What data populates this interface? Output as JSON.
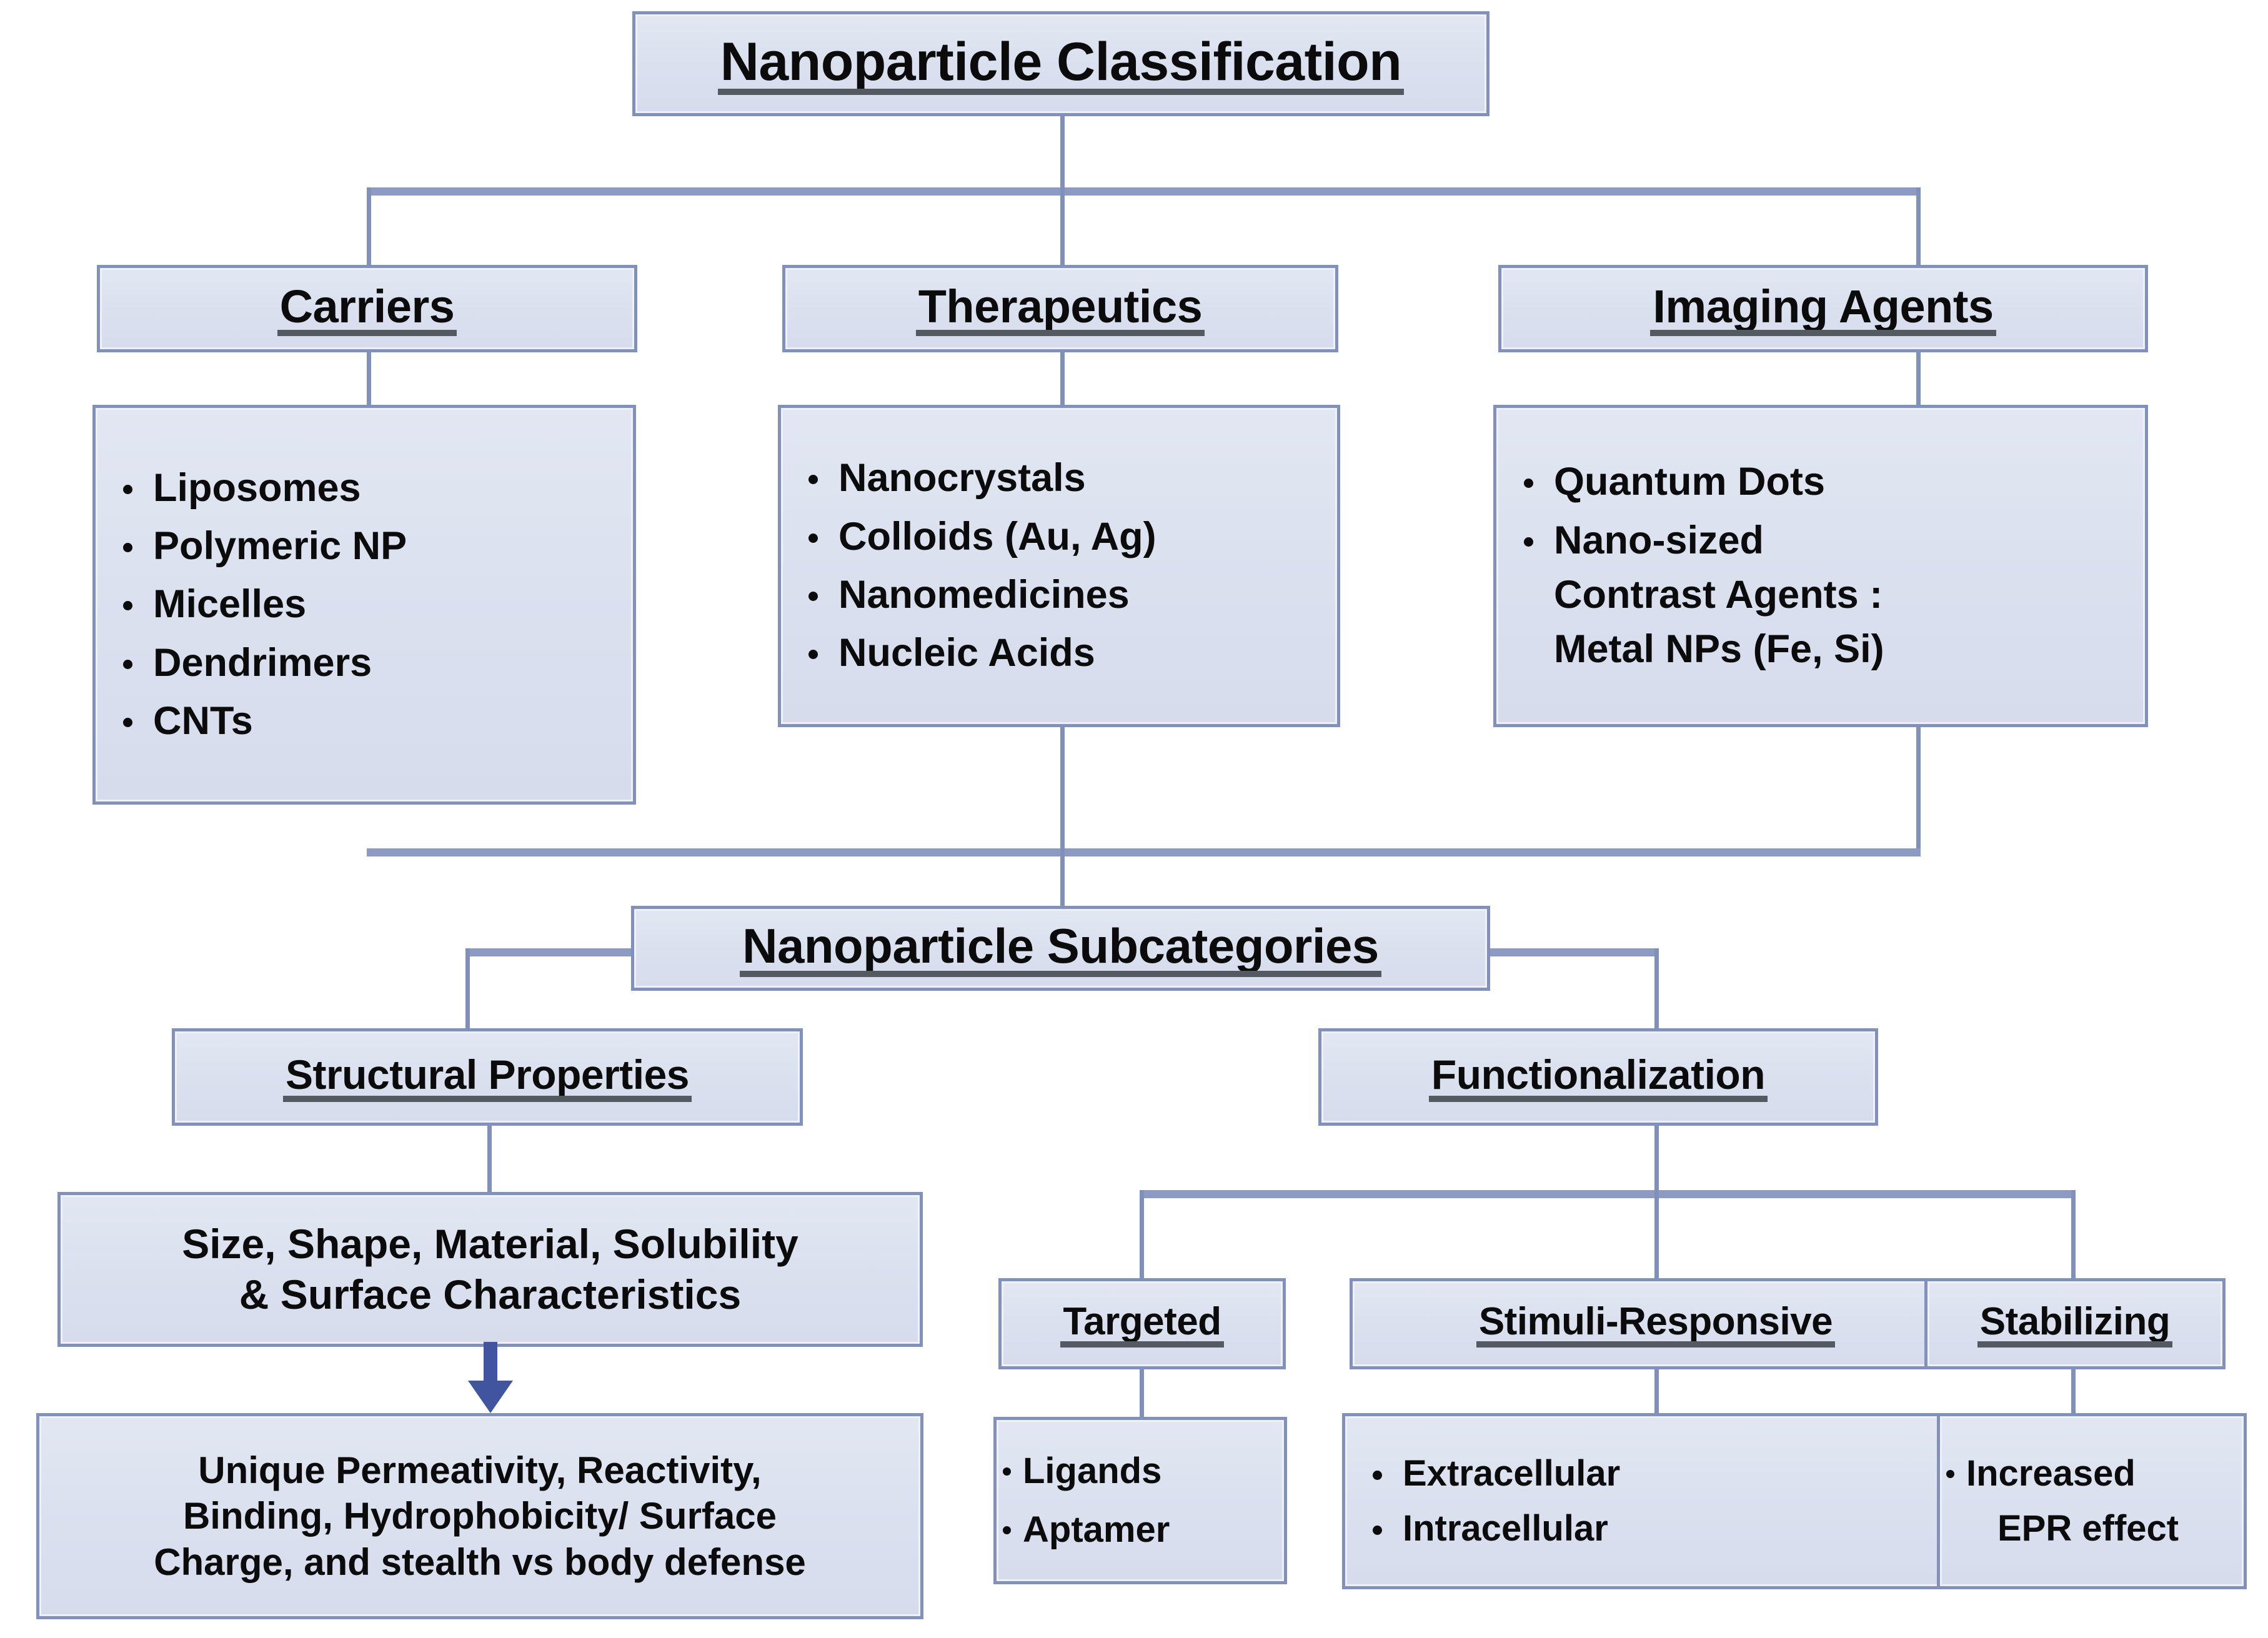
{
  "diagram": {
    "title": "Nanoparticle Classification",
    "root": {
      "label": "Nanoparticle  Classification"
    },
    "level1": [
      {
        "label": "Carriers",
        "items": [
          "Liposomes",
          "Polymeric NP",
          "Micelles",
          "Dendrimers",
          "CNTs"
        ]
      },
      {
        "label": "Therapeutics",
        "items": [
          "Nanocrystals",
          "Colloids (Au, Ag)",
          "Nanomedicines",
          "Nucleic Acids"
        ]
      },
      {
        "label": "Imaging Agents",
        "items": [
          "Quantum Dots",
          "Nano-sized",
          "Contrast Agents :",
          "Metal NPs (Fe, Si)"
        ]
      }
    ],
    "mid": {
      "label": "Nanoparticle  Subcategories"
    },
    "structural": {
      "label": "Structural Properties",
      "properties_line1": "Size, Shape, Material, Solubility",
      "properties_line2": "& Surface Characteristics",
      "outcome_line1": "Unique Permeativity, Reactivity,",
      "outcome_line2": "Binding,  Hydrophobicity/ Surface",
      "outcome_line3": "Charge, and stealth vs body defense"
    },
    "functionalization": {
      "label": "Functionalization",
      "children": [
        {
          "label": "Targeted",
          "items": [
            "Ligands",
            "Aptamer"
          ]
        },
        {
          "label": "Stimuli-Responsive",
          "items": [
            "Extracellular",
            "Intracellular"
          ]
        },
        {
          "label": "Stabilizing",
          "items": [
            "Increased",
            "EPR effect"
          ]
        }
      ]
    },
    "colors": {
      "box_fill": "#dde2ee",
      "box_border": "#8191bb",
      "connector": "#7f90bb",
      "arrow": "#41549f",
      "underline": "#555a62",
      "text": "#0b0b0b",
      "background": "#ffffff"
    }
  }
}
